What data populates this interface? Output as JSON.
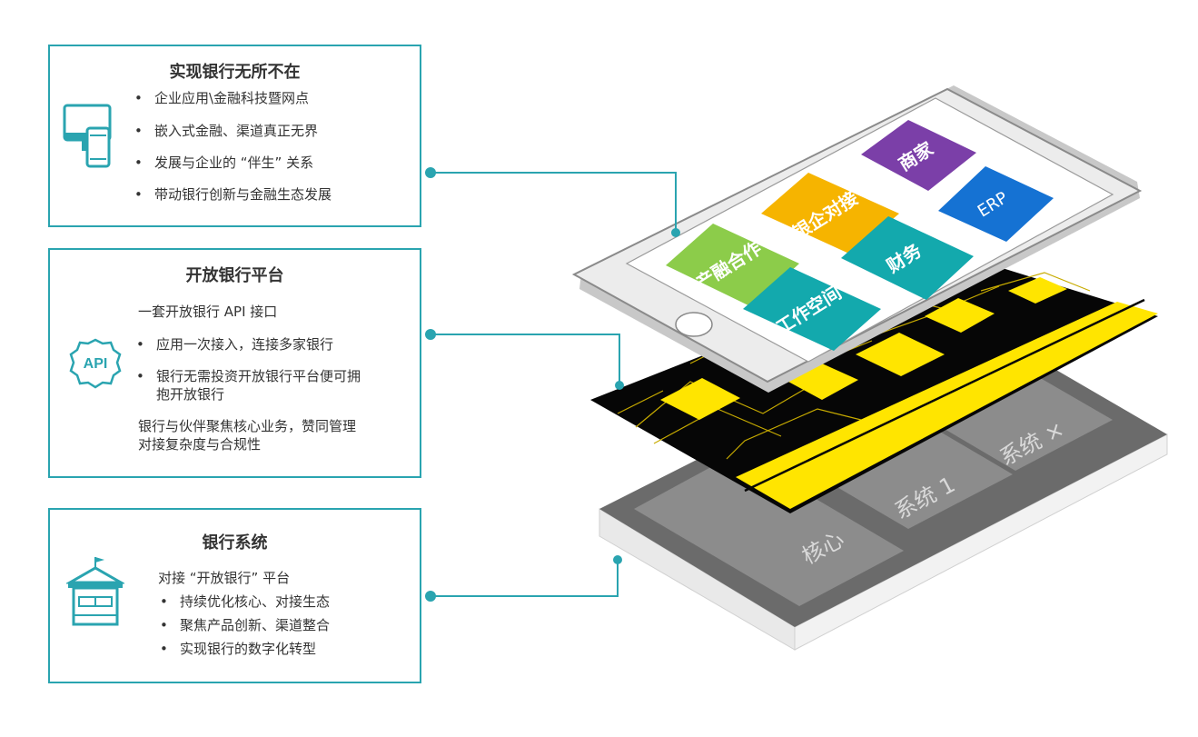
{
  "panels": {
    "p1": {
      "title": "实现银行无所不在",
      "bullets": [
        "企业应用\\金融科技暨网点",
        "嵌入式金融、渠道真正无界",
        "发展与企业的 “伴生” 关系",
        "带动银行创新与金融生态发展"
      ]
    },
    "p2": {
      "title": "开放银行平台",
      "intro": "一套开放银行 API 接口",
      "bullets": [
        "应用一次接入，连接多家银行",
        "银行无需投资开放银行平台便可拥",
        "抱开放银行"
      ],
      "footer": [
        "银行与伙伴聚焦核心业务，赞同管理",
        "对接复杂度与合规性"
      ],
      "api_label": "API"
    },
    "p3": {
      "title": "银行系统",
      "intro": "对接 “开放银行” 平台",
      "bullets": [
        "持续优化核心、对接生态",
        "聚焦产品创新、渠道整合",
        "实现银行的数字化转型"
      ]
    }
  },
  "phone_tiles": [
    {
      "label": "商家",
      "color": "#7b3fa8"
    },
    {
      "label": "银企对接",
      "color": "#f6b400"
    },
    {
      "label": "ERP",
      "color": "#1572d3"
    },
    {
      "label": "产融合作",
      "color": "#8ccc4a"
    },
    {
      "label": "财务",
      "color": "#13a9ad"
    },
    {
      "label": "工作空间",
      "color": "#13a9ad"
    }
  ],
  "systems": [
    "核心",
    "系统 1",
    "系统 ×"
  ],
  "colors": {
    "accent": "#2aa4b0",
    "chip_yellow": "#ffe500",
    "platform_dark": "#6b6b6b"
  },
  "icons": {
    "p1": "devices-icon",
    "p2": "api-gear-icon",
    "p3": "bank-building-icon"
  }
}
